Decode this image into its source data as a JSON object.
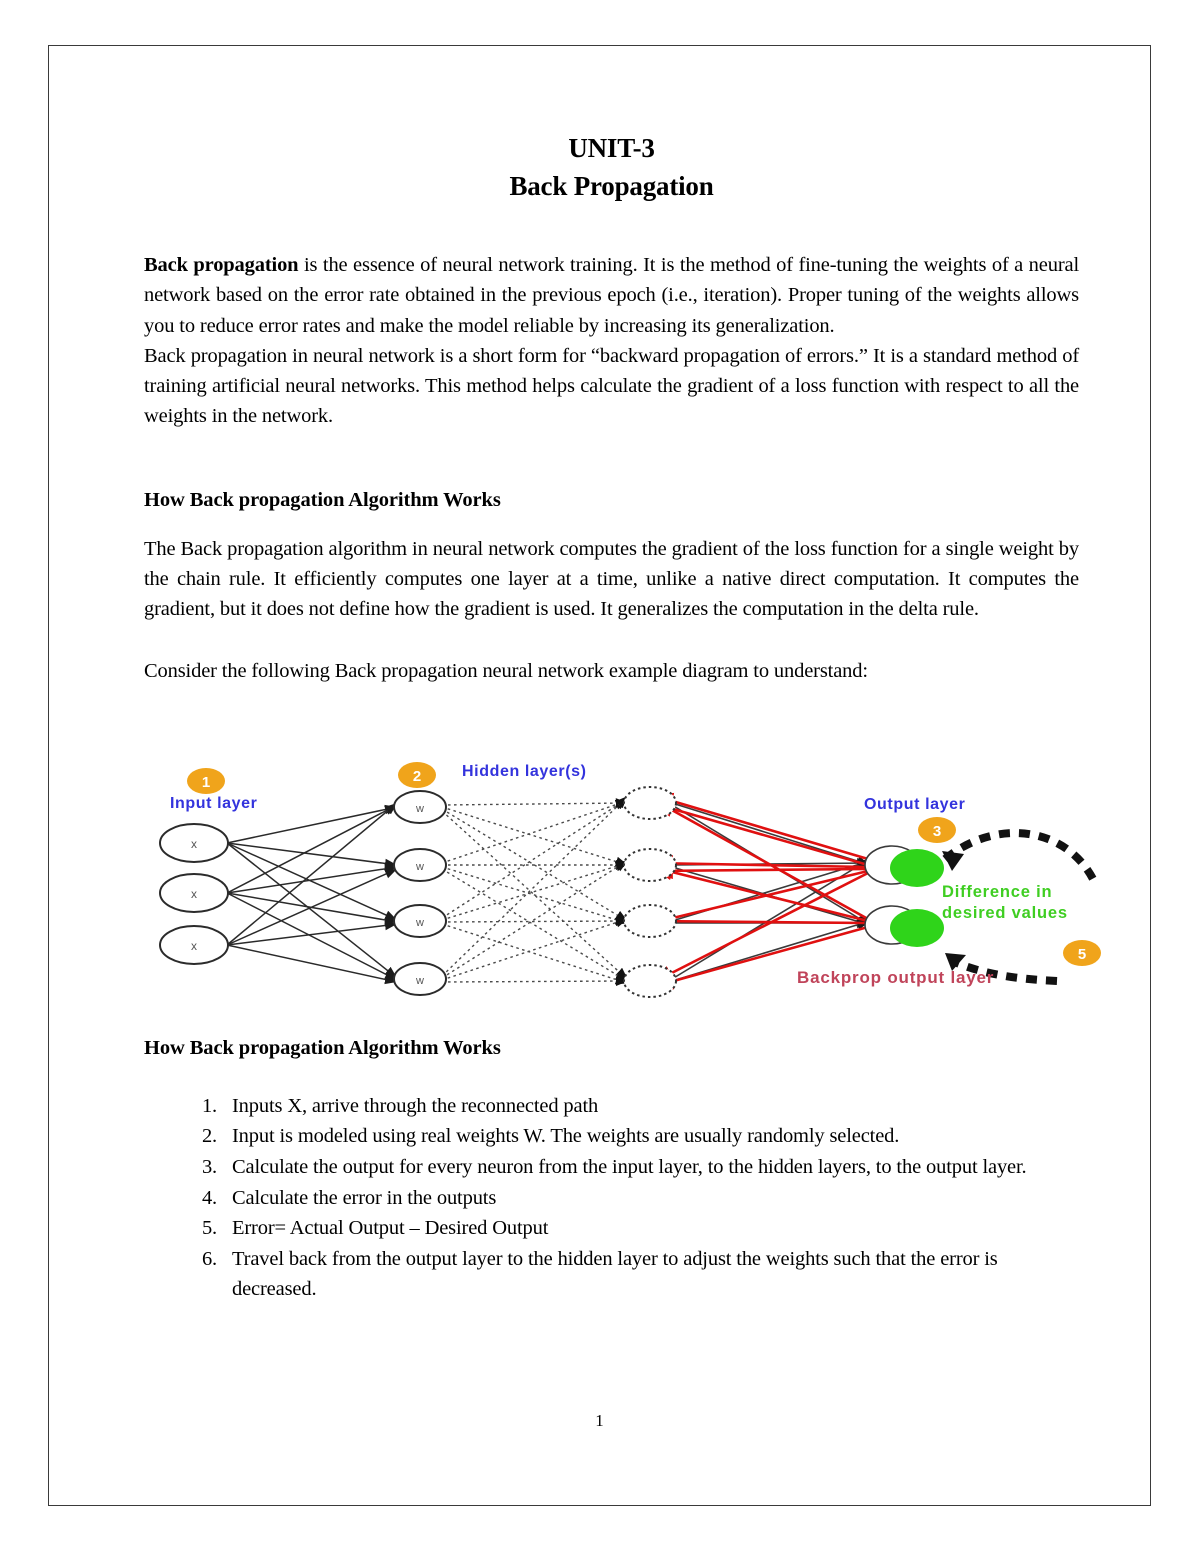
{
  "document": {
    "title_line1": "UNIT-3",
    "title_line2": "Back Propagation",
    "page_number": "1"
  },
  "intro": {
    "para1_bold": "Back propagation",
    "para1_rest": " is the essence of neural network training. It is the method of fine-tuning the weights of a neural network based on the error rate obtained in the previous epoch (i.e., iteration). Proper tuning of the weights allows you to reduce error rates and make the model reliable by increasing its generalization.",
    "para2": "Back propagation in neural network is a short form for “backward propagation of errors.” It is a standard method of training artificial neural networks. This method helps calculate the gradient of a loss function with respect to all the weights in the network."
  },
  "section_how_works": {
    "heading": "How Back propagation Algorithm Works",
    "para": "The Back propagation algorithm in neural network computes the gradient of the loss function for a single weight by the chain rule. It efficiently computes one layer at a time, unlike a native direct computation. It computes the gradient, but it does not define how the gradient is used. It generalizes the computation in the delta rule.",
    "consider_line": "Consider the following Back propagation neural network example diagram to understand:"
  },
  "diagram": {
    "badge_1": "1",
    "badge_2": "2",
    "badge_3": "3",
    "badge_5": "5",
    "input_layer_label": "Input layer",
    "hidden_layer_label": "Hidden layer(s)",
    "output_layer_label": "Output layer",
    "difference_label_line1": "Difference in",
    "difference_label_line2": "desired values",
    "backprop_label": "Backprop output layer",
    "input_node_symbol": "x",
    "hidden_node_symbol": "w",
    "input_node_count": 3,
    "hidden1_node_count": 4,
    "hidden2_node_count": 4,
    "output_node_count": 2,
    "colors": {
      "badge_orange": "#F0A41B",
      "label_blue": "#3333DD",
      "green_node": "#2FD41A",
      "green_text": "#3FCE22",
      "backprop_red": "#C0445A",
      "arrow_red": "#E01010",
      "node_stroke": "#2B2B2B"
    }
  },
  "section_steps": {
    "heading": "How Back propagation Algorithm Works",
    "items": [
      "Inputs X, arrive through the reconnected path",
      "Input is modeled using real weights W. The weights are usually randomly selected.",
      "Calculate the output for every neuron from the input layer, to the hidden layers, to the output layer.",
      "Calculate the error in the outputs",
      "Error= Actual Output – Desired Output",
      "Travel back from the output layer to the hidden layer to adjust the weights such that the error is decreased."
    ]
  }
}
